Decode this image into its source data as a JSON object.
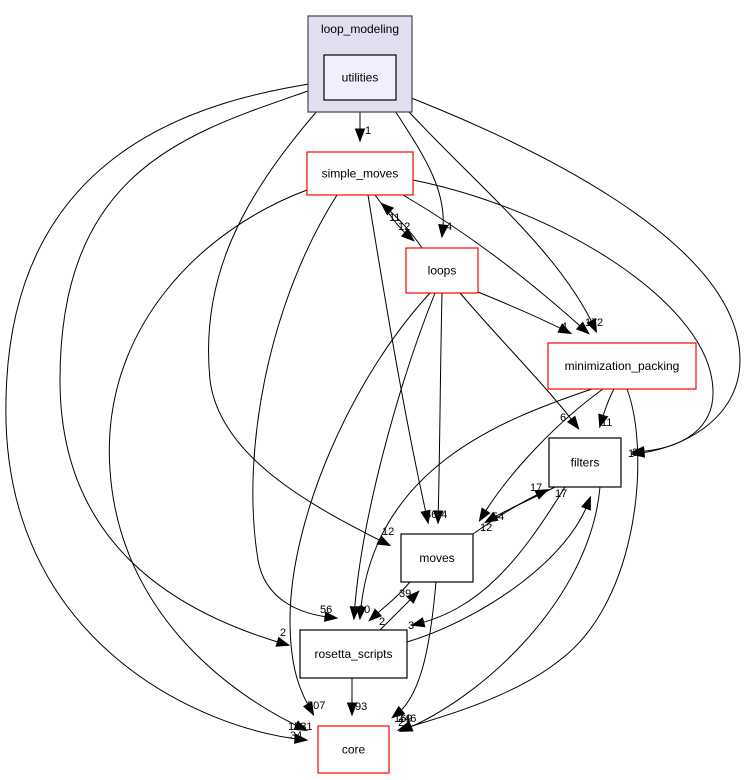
{
  "diagram": {
    "cluster": {
      "id": "loop_modeling",
      "label": "loop_modeling"
    },
    "nodes": [
      {
        "id": "utilities",
        "label": "utilities",
        "kind": "focus"
      },
      {
        "id": "simple_moves",
        "label": "simple_moves",
        "kind": "red"
      },
      {
        "id": "loops",
        "label": "loops",
        "kind": "red"
      },
      {
        "id": "minimization_packing",
        "label": "minimization_packing",
        "kind": "red"
      },
      {
        "id": "filters",
        "label": "filters",
        "kind": "black"
      },
      {
        "id": "moves",
        "label": "moves",
        "kind": "black"
      },
      {
        "id": "rosetta_scripts",
        "label": "rosetta_scripts",
        "kind": "black"
      },
      {
        "id": "core",
        "label": "core",
        "kind": "red"
      }
    ],
    "edges": [
      {
        "from": "utilities",
        "to": "simple_moves",
        "label": "1"
      },
      {
        "from": "utilities",
        "to": "loops",
        "label": "4"
      },
      {
        "from": "utilities",
        "to": "minimization_packing",
        "label": "2"
      },
      {
        "from": "utilities",
        "to": "filters",
        "label": "1"
      },
      {
        "from": "utilities",
        "to": "moves",
        "label": "12"
      },
      {
        "from": "utilities",
        "to": "rosetta_scripts",
        "label": "2"
      },
      {
        "from": "utilities",
        "to": "core",
        "label": "34"
      },
      {
        "from": "simple_moves",
        "to": "loops",
        "label": "12"
      },
      {
        "from": "loops",
        "to": "simple_moves",
        "label": "11"
      },
      {
        "from": "simple_moves",
        "to": "minimization_packing",
        "label": "17"
      },
      {
        "from": "simple_moves",
        "to": "filters",
        "label": "3"
      },
      {
        "from": "simple_moves",
        "to": "moves",
        "label": "36"
      },
      {
        "from": "simple_moves",
        "to": "rosetta_scripts",
        "label": "56"
      },
      {
        "from": "simple_moves",
        "to": "core",
        "label": "1531"
      },
      {
        "from": "loops",
        "to": "minimization_packing",
        "label": "4"
      },
      {
        "from": "loops",
        "to": "filters",
        "label": "6"
      },
      {
        "from": "loops",
        "to": "moves",
        "label": "74"
      },
      {
        "from": "loops",
        "to": "rosetta_scripts",
        "label": "30"
      },
      {
        "from": "loops",
        "to": "core",
        "label": "507"
      },
      {
        "from": "minimization_packing",
        "to": "filters",
        "label": "11"
      },
      {
        "from": "minimization_packing",
        "to": "moves",
        "label": "54"
      },
      {
        "from": "minimization_packing",
        "to": "rosetta_scripts",
        "label": "8"
      },
      {
        "from": "minimization_packing",
        "to": "core",
        "label": "246"
      },
      {
        "from": "filters",
        "to": "moves",
        "label": "12"
      },
      {
        "from": "moves",
        "to": "filters",
        "label": "17"
      },
      {
        "from": "filters",
        "to": "rosetta_scripts",
        "label": "3"
      },
      {
        "from": "rosetta_scripts",
        "to": "filters",
        "label": "17"
      },
      {
        "from": "filters",
        "to": "core",
        "label": "23"
      },
      {
        "from": "moves",
        "to": "rosetta_scripts",
        "label": "2"
      },
      {
        "from": "rosetta_scripts",
        "to": "moves",
        "label": "39"
      },
      {
        "from": "moves",
        "to": "core",
        "label": "169"
      },
      {
        "from": "rosetta_scripts",
        "to": "core",
        "label": "93"
      }
    ]
  },
  "colors": {
    "cluster_fill": "#dfdfef",
    "cluster_stroke": "#444444",
    "focus_fill": "#efefff",
    "red_stroke": "#ff0000",
    "black_stroke": "#000000"
  }
}
